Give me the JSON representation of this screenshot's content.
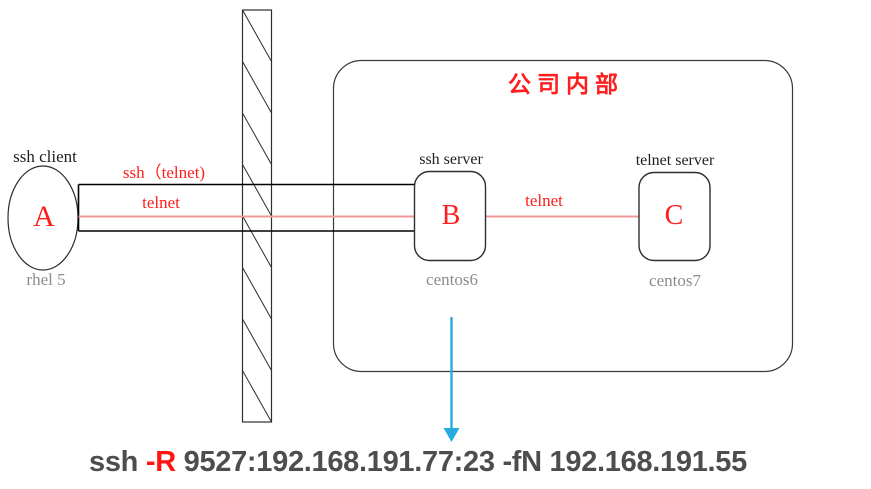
{
  "diagram_title": "公司内部",
  "nodes": {
    "a": {
      "letter": "A",
      "role": "ssh client",
      "os": "rhel 5"
    },
    "b": {
      "letter": "B",
      "role": "ssh server",
      "os": "centos6"
    },
    "c": {
      "letter": "C",
      "role": "telnet server",
      "os": "centos7"
    }
  },
  "links": {
    "tunnel_label": "ssh（telnet)",
    "tunnel_inner_label": "telnet",
    "b_to_c_label": "telnet"
  },
  "command": {
    "prefix": "ssh ",
    "flag": "-R",
    "suffix": " 9527:192.168.191.77:23 -fN 192.168.191.55"
  },
  "colors": {
    "red_text": "#ff1e1e",
    "red_line": "#f19897",
    "gray_text": "#8c8c8c",
    "command_text": "#4d4d4f",
    "arrow_blue": "#29abe2",
    "line_black": "#000000"
  }
}
